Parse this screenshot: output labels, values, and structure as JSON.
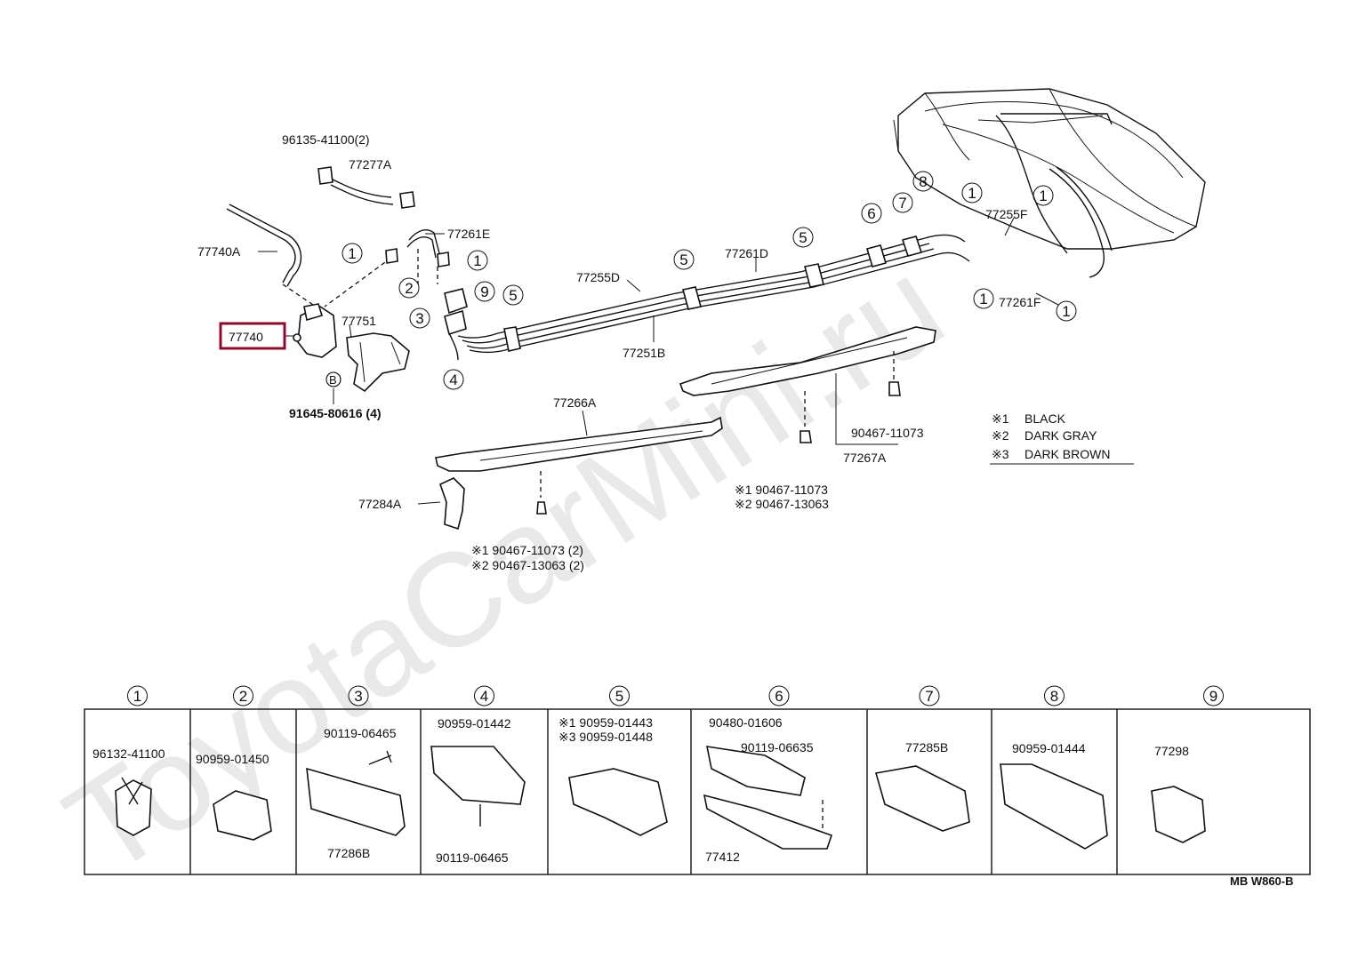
{
  "watermark": "ToyotaCarMini.ru",
  "highlight_color": "#8b0d2e",
  "top_labels": {
    "p96135": "96135-41100(2)",
    "p77277A": "77277A",
    "p77261E": "77261E",
    "p77740A": "77740A",
    "p77740": "77740",
    "p77751": "77751",
    "p91645": "91645-80616 (4)",
    "circleB": "B",
    "p77255D": "77255D",
    "p77261D": "77261D",
    "p77251B": "77251B",
    "p77255F": "77255F",
    "p77261F": "77261F",
    "p77266A": "77266A",
    "p77284A": "77284A",
    "p90467_right": "90467-11073",
    "p77267A": "77267A",
    "mid_note1": "※1  90467-11073",
    "mid_note2": "※2  90467-13063",
    "bot_note1": "※1  90467-11073 (2)",
    "bot_note2": "※2  90467-13063 (2)"
  },
  "legend": [
    {
      "mark": "※1",
      "text": "BLACK"
    },
    {
      "mark": "※2",
      "text": "DARK GRAY"
    },
    {
      "mark": "※3",
      "text": "DARK BROWN"
    }
  ],
  "callouts": [
    "1",
    "2",
    "3",
    "4",
    "5",
    "6",
    "7",
    "8",
    "9"
  ],
  "table": {
    "headers": [
      "1",
      "2",
      "3",
      "4",
      "5",
      "6",
      "7",
      "8",
      "9"
    ],
    "cells": [
      {
        "labels": [
          "96132-41100"
        ]
      },
      {
        "labels": [
          "90959-01450"
        ]
      },
      {
        "labels": [
          "90119-06465",
          "77286B"
        ]
      },
      {
        "labels": [
          "90959-01442",
          "90119-06465"
        ]
      },
      {
        "labels": [
          "※1  90959-01443",
          "※3  90959-01448"
        ]
      },
      {
        "labels": [
          "90480-01606",
          "90119-06635",
          "77412"
        ]
      },
      {
        "labels": [
          "77285B"
        ]
      },
      {
        "labels": [
          "90959-01444"
        ]
      },
      {
        "labels": [
          "77298"
        ]
      }
    ]
  },
  "footer_code": "MB  W860-B"
}
